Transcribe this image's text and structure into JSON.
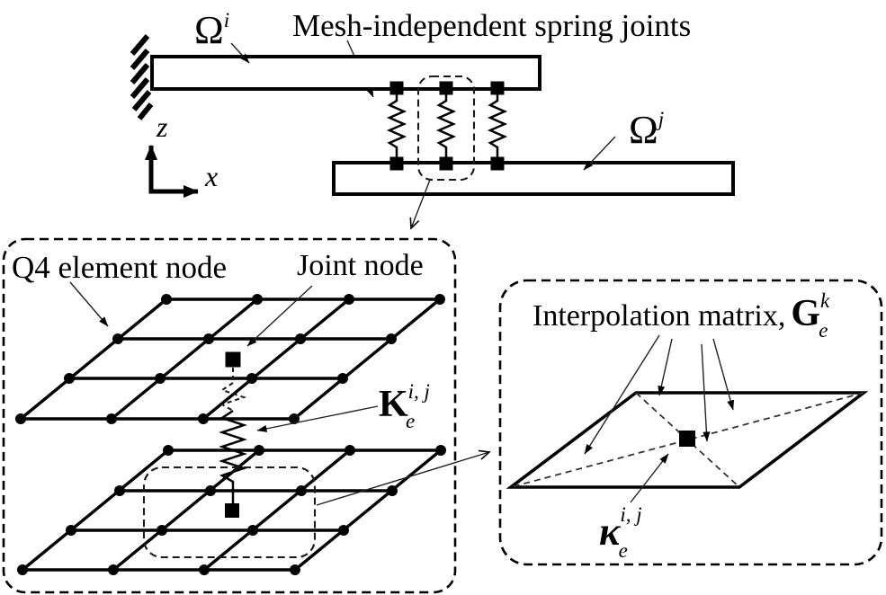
{
  "figure_labels": {
    "spring_joints": "Mesh-independent spring joints",
    "domain_i": {
      "base": "Ω",
      "sup": "i"
    },
    "domain_j": {
      "base": "Ω",
      "sup": "j"
    },
    "axis": {
      "z": "z",
      "x": "x"
    },
    "left_panel": {
      "q4_element_node": "Q4 element node",
      "joint_node": "Joint node",
      "spring_stiffness": {
        "base": "K",
        "sup": "i, j",
        "sub": "e"
      }
    },
    "right_panel": {
      "interpolation_matrix": "Interpolation matrix,",
      "g_matrix": {
        "base": "G",
        "sup": "k",
        "sub": "e"
      },
      "kappa": {
        "base": "κ",
        "sup": "i, j",
        "sub": "e"
      }
    },
    "colors": {
      "ink": "#000000",
      "paper": "#ffffff"
    }
  }
}
